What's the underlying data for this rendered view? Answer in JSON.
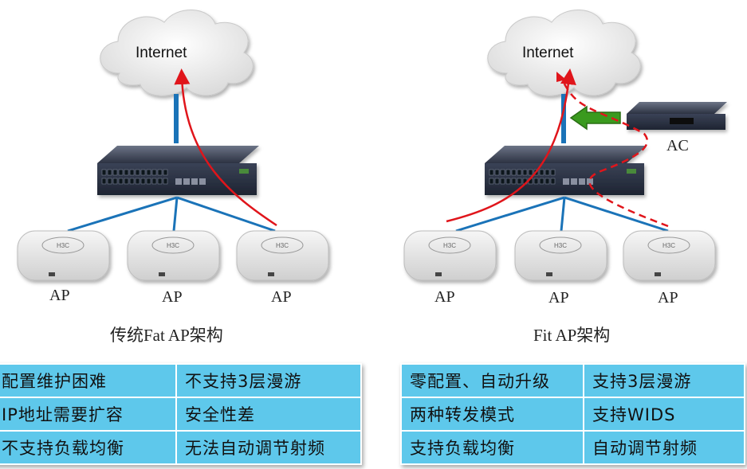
{
  "left": {
    "cloud_label": "Internet",
    "ap_labels": [
      "AP",
      "AP",
      "AP"
    ],
    "ap_brand": "H3C",
    "caption": "传统Fat AP架构",
    "table": [
      [
        "配置维护困难",
        "不支持3层漫游"
      ],
      [
        "IP地址需要扩容",
        "安全性差"
      ],
      [
        "不支持负载均衡",
        "无法自动调节射频"
      ]
    ]
  },
  "right": {
    "cloud_label": "Internet",
    "ac_label": "AC",
    "ap_labels": [
      "AP",
      "AP",
      "AP"
    ],
    "ap_brand": "H3C",
    "caption": "Fit AP架构",
    "table": [
      [
        "零配置、自动升级",
        "支持3层漫游"
      ],
      [
        "两种转发模式",
        "支持WIDS"
      ],
      [
        "支持负载均衡",
        "自动调节射频"
      ]
    ]
  },
  "colors": {
    "link_blue": "#1a73b8",
    "flow_red": "#e0151b",
    "arrow_green": "#3a9a1e",
    "table_fill": "#5ec8eb"
  }
}
